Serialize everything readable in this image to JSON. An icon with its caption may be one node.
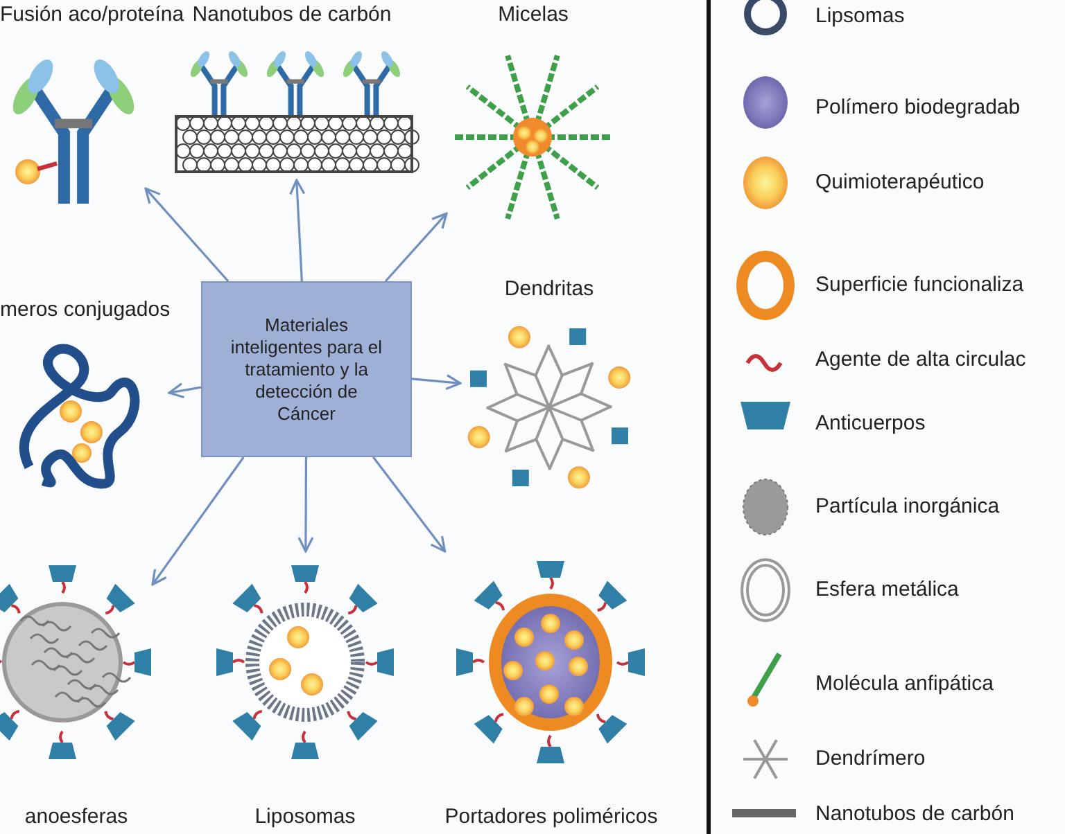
{
  "diagram": {
    "nodes": [
      {
        "text": [
          "Materiales inteligentes para el tratamiento y la detección de Cáncer"
        ]
      },
      {
        "text": [
          "Fusión aco/proteína"
        ]
      },
      {
        "text": [
          "Nanotubos de carbón"
        ]
      },
      {
        "text": [
          "Micelas"
        ]
      },
      {
        "text": [
          "meros conjugados"
        ]
      },
      {
        "text": [
          "Dendritas"
        ]
      },
      {
        "text": [
          "anoesferas"
        ]
      },
      {
        "text": [
          "Liposomas"
        ]
      },
      {
        "text": [
          "Portadores poliméricos"
        ]
      }
    ],
    "edges": [
      {
        "from": 0,
        "to": 1,
        "arrow": "to"
      },
      {
        "from": 0,
        "to": 2,
        "arrow": "to"
      },
      {
        "from": 0,
        "to": 3,
        "arrow": "to"
      },
      {
        "from": 0,
        "to": 4,
        "arrow": "to"
      },
      {
        "from": 0,
        "to": 5,
        "arrow": "to"
      },
      {
        "from": 0,
        "to": 6,
        "arrow": "to"
      },
      {
        "from": 0,
        "to": 7,
        "arrow": "to"
      },
      {
        "from": 0,
        "to": 8,
        "arrow": "to"
      }
    ],
    "legend": [
      {
        "text": "Lipsomas"
      },
      {
        "text": "Polímero biodegradab"
      },
      {
        "text": "Quimioterapéutico"
      },
      {
        "text": "Superficie funcionaliza"
      },
      {
        "text": "Agente de alta circulac"
      },
      {
        "text": "Anticuerpos"
      },
      {
        "text": "Partícula inorgánica"
      },
      {
        "text": "Esfera metálica"
      },
      {
        "text": "Molécula anfipática"
      },
      {
        "text": "Dendrímero"
      },
      {
        "text": "Nanotubos de carbón"
      }
    ]
  }
}
